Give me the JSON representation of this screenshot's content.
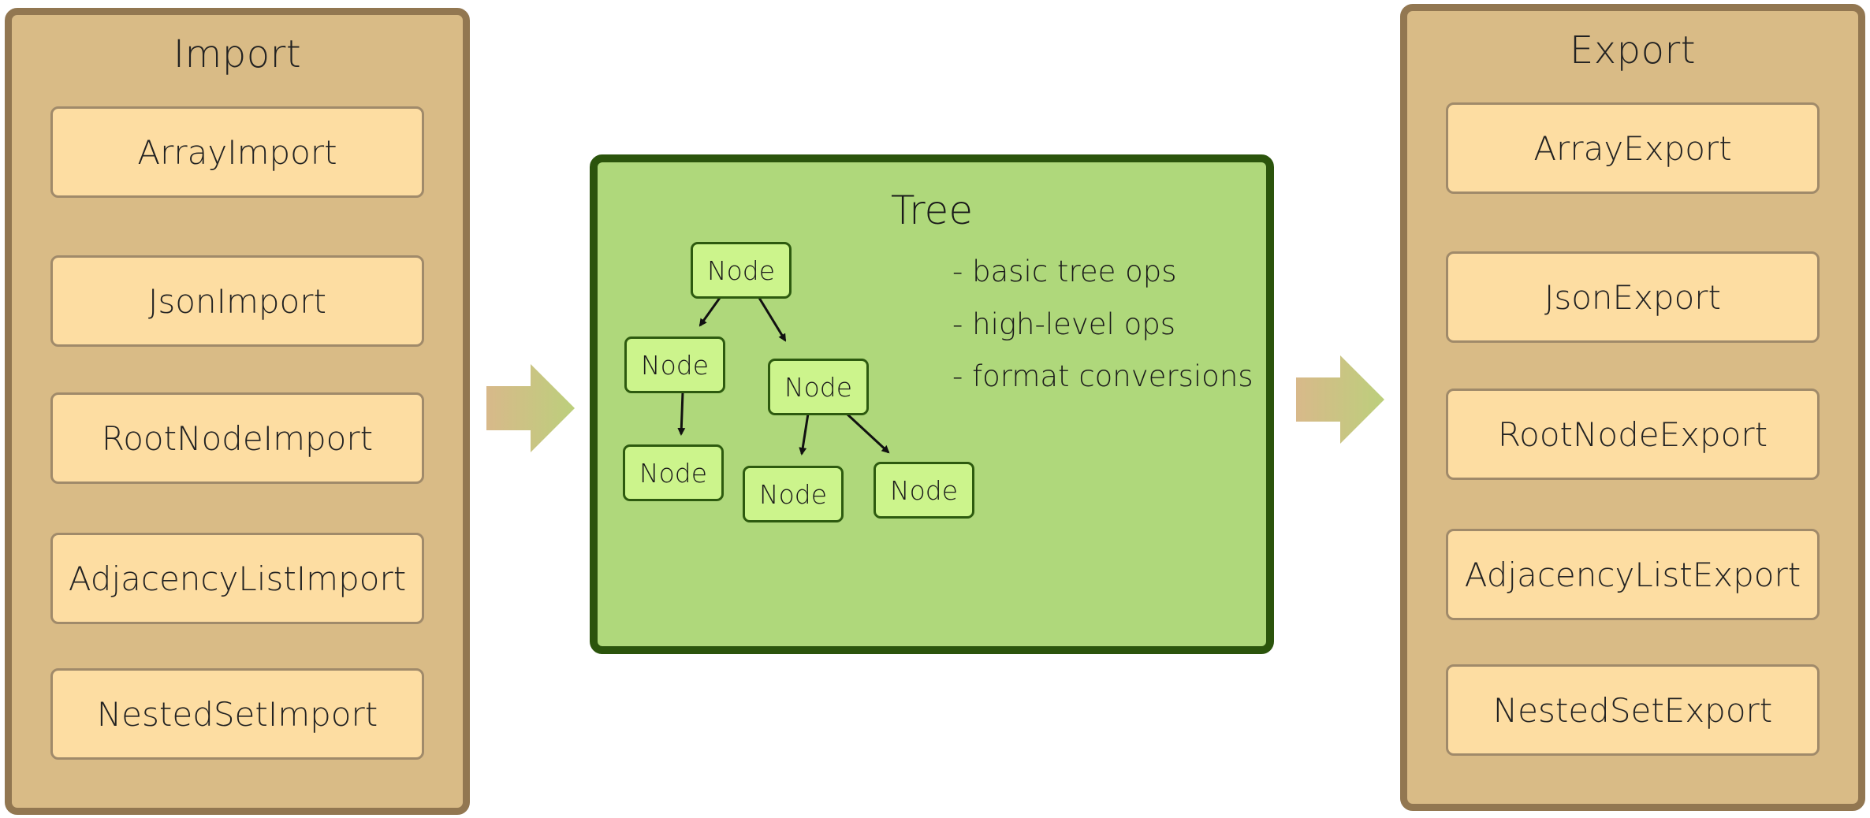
{
  "import": {
    "title": "Import",
    "items": [
      "ArrayImport",
      "JsonImport",
      "RootNodeImport",
      "AdjacencyListImport",
      "NestedSetImport"
    ]
  },
  "tree": {
    "title": "Tree",
    "nodes": [
      "Node",
      "Node",
      "Node",
      "Node",
      "Node",
      "Node"
    ],
    "features": [
      "- basic tree ops",
      "- high-level ops",
      "- format conversions"
    ]
  },
  "export": {
    "title": "Export",
    "items": [
      "ArrayExport",
      "JsonExport",
      "RootNodeExport",
      "AdjacencyListExport",
      "NestedSetExport"
    ]
  },
  "colors": {
    "panel_fill": "#d9bb86",
    "panel_border": "#927751",
    "item_fill": "#fddda2",
    "tree_fill": "#afd87b",
    "tree_border": "#2b540c",
    "node_fill": "#ccf48c",
    "arrow_start": "#d8b98a",
    "arrow_end": "#bccf7c"
  }
}
